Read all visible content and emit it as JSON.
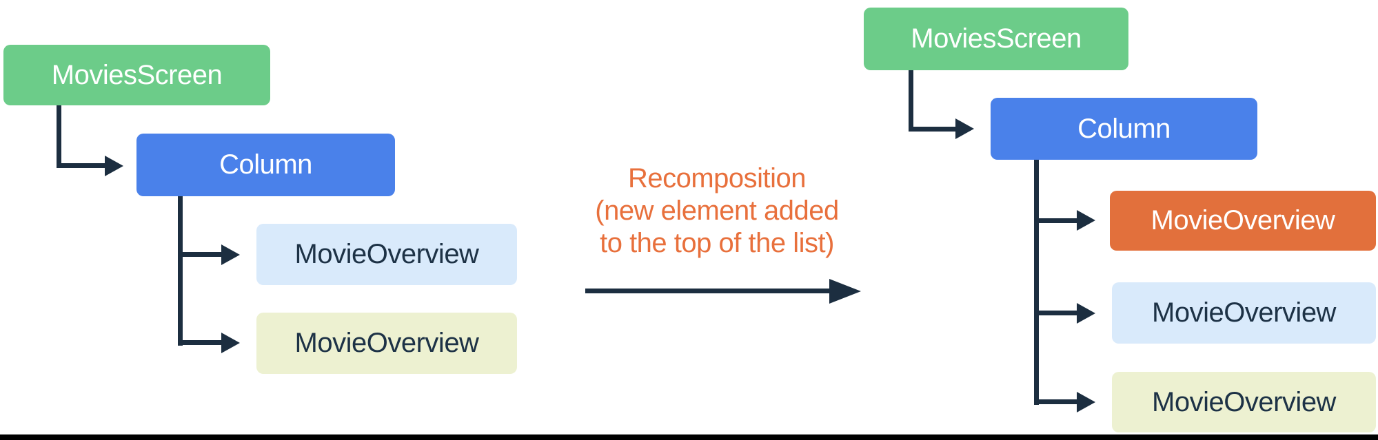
{
  "left_tree": {
    "root": {
      "label": "MoviesScreen",
      "color": "#6ccc89",
      "text_color": "#ffffff"
    },
    "container": {
      "label": "Column",
      "color": "#4a81ea",
      "text_color": "#ffffff"
    },
    "children": [
      {
        "label": "MovieOverview",
        "color": "#d9eafb",
        "text_color": "#1d3246"
      },
      {
        "label": "MovieOverview",
        "color": "#edf1d1",
        "text_color": "#1d3246"
      }
    ]
  },
  "transition": {
    "lines": {
      "0": "Recomposition",
      "1": "(new element added",
      "2": "to the top of the list)"
    },
    "text_color": "#e8703c"
  },
  "right_tree": {
    "root": {
      "label": "MoviesScreen",
      "color": "#6ccc89",
      "text_color": "#ffffff"
    },
    "container": {
      "label": "Column",
      "color": "#4a81ea",
      "text_color": "#ffffff"
    },
    "children": [
      {
        "label": "MovieOverview",
        "color": "#e2703c",
        "text_color": "#ffffff",
        "status": "newly-added"
      },
      {
        "label": "MovieOverview",
        "color": "#d9eafb",
        "text_color": "#1d3246"
      },
      {
        "label": "MovieOverview",
        "color": "#edf1d1",
        "text_color": "#1d3246"
      }
    ]
  },
  "connector_color": "#1c2e40",
  "bottom_rule_color": "#000000"
}
